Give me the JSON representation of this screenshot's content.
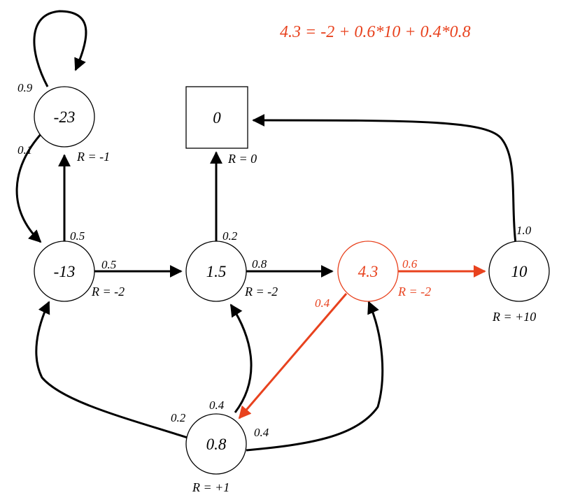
{
  "colors": {
    "ink": "#000000",
    "highlight": "#e8421e"
  },
  "equation": "4.3 = -2 + 0.6*10 + 0.4*0.8",
  "nodes": {
    "n23": {
      "value": "-23",
      "reward": "R = -1"
    },
    "terminal": {
      "value": "0",
      "reward": "R = 0"
    },
    "n13": {
      "value": "-13",
      "reward": "R = -2"
    },
    "n15": {
      "value": "1.5",
      "reward": "R = -2"
    },
    "n43": {
      "value": "4.3",
      "reward": "R = -2"
    },
    "n10": {
      "value": "10",
      "reward": "R = +10"
    },
    "n08": {
      "value": "0.8",
      "reward": "R = +1"
    }
  },
  "probs": {
    "self23": "0.9",
    "e23_13": "0.1",
    "e13_23": "0.5",
    "e13_15": "0.5",
    "e15_0": "0.2",
    "e15_43": "0.8",
    "e43_10": "0.6",
    "e43_08": "0.4",
    "e10_0": "1.0",
    "e08_13": "0.2",
    "e08_15": "0.4",
    "e08_43": "0.4"
  }
}
